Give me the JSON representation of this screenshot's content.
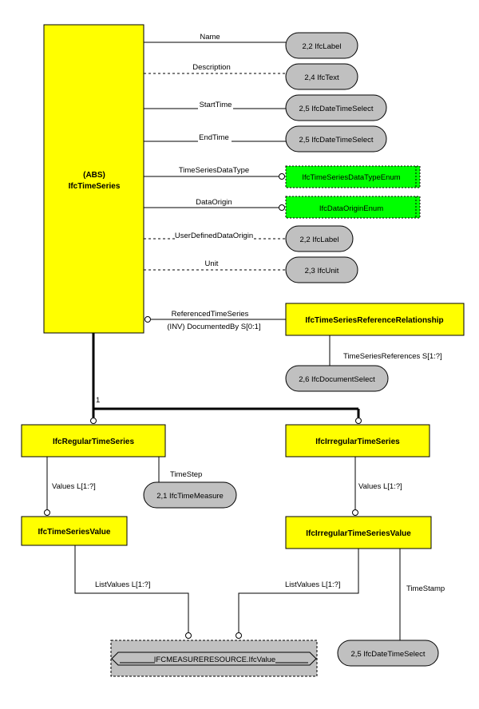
{
  "colors": {
    "entity_fill": "#ffff00",
    "enum_fill": "#00ff00",
    "type_fill": "#c0c0c0",
    "line": "#000000"
  },
  "entities": {
    "main": {
      "line1": "(ABS)",
      "line2": "IfcTimeSeries"
    },
    "reference_relationship": "IfcTimeSeriesReferenceRelationship",
    "regular": "IfcRegularTimeSeries",
    "irregular": "IfcIrregularTimeSeries",
    "value": "IfcTimeSeriesValue",
    "irregular_value": "IfcIrregularTimeSeriesValue"
  },
  "attributes": [
    {
      "name": "Name",
      "type": "2,2  IfcLabel",
      "optional": false,
      "kind": "type"
    },
    {
      "name": "Description",
      "type": "2,4  IfcText",
      "optional": true,
      "kind": "type"
    },
    {
      "name": "StartTime",
      "type": "2,5  IfcDateTimeSelect",
      "optional": false,
      "kind": "type"
    },
    {
      "name": "EndTime",
      "type": "2,5  IfcDateTimeSelect",
      "optional": false,
      "kind": "type"
    },
    {
      "name": "TimeSeriesDataType",
      "type": "IfcTimeSeriesDataTypeEnum",
      "optional": false,
      "kind": "enum"
    },
    {
      "name": "DataOrigin",
      "type": "IfcDataOriginEnum",
      "optional": false,
      "kind": "enum"
    },
    {
      "name": "UserDefinedDataOrigin",
      "type": "2,2  IfcLabel",
      "optional": true,
      "kind": "type"
    },
    {
      "name": "Unit",
      "type": "2,3  IfcUnit",
      "optional": true,
      "kind": "type"
    }
  ],
  "relations": {
    "referenced_time_series": "ReferencedTimeSeries",
    "documented_by": "(INV) DocumentedBy  S[0:1]",
    "time_series_references": "TimeSeriesReferences  S[1:?]",
    "document_select": "2,6  IfcDocumentSelect",
    "supertype_cardinality": "1",
    "regular_values": "Values  L[1:?]",
    "irregular_values": "Values  L[1:?]",
    "time_step": "TimeStep",
    "time_measure": "2,1  IfcTimeMeasure",
    "list_values_left": "ListValues  L[1:?]",
    "list_values_right": "ListValues  L[1:?]",
    "time_stamp": "TimeStamp",
    "time_stamp_type": "2,5  IfcDateTimeSelect",
    "measure_value": "IFCMEASURERESOURCE.IfcValue"
  }
}
